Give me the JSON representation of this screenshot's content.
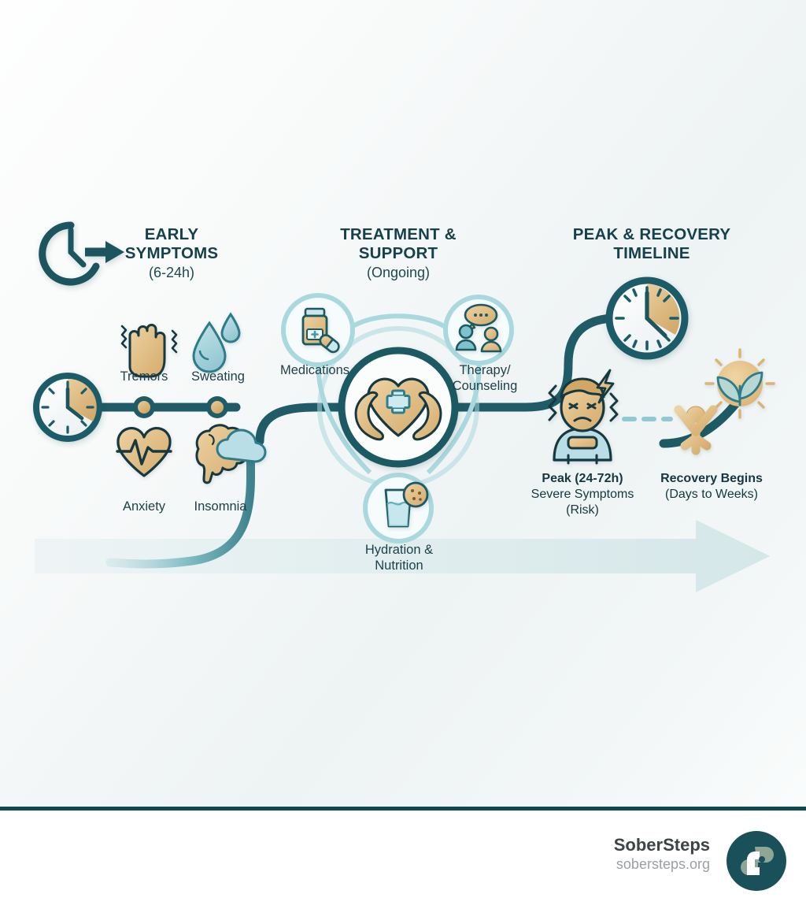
{
  "meta": {
    "title": "Alcohol Withdrawal Timeline",
    "colors": {
      "deep_teal": "#1b545e",
      "dark_teal": "#13474f",
      "light_teal": "#a9d8de",
      "pale_band": "#dce9ea",
      "tan": "#dcb274",
      "tan_light": "#e7c78f",
      "sky": "#a8d4de",
      "text_dark": "#17414a",
      "sage": "#8fa595"
    }
  },
  "stages": [
    {
      "id": "early-symptoms",
      "title": "EARLY",
      "title2": "SYMPTOMS",
      "subtitle": "(6-24h)",
      "clock_icon": "clock-arrow-icon"
    },
    {
      "id": "treatment-support",
      "title": "TREATMENT &",
      "title2": "SUPPORT",
      "subtitle": "(Ongoing)"
    },
    {
      "id": "peak-recovery",
      "title": "PEAK & RECOVERY",
      "title2": "TIMELINE",
      "subtitle": ""
    }
  ],
  "symptoms": [
    {
      "label": "Tremors",
      "icon": "shaking-hand-icon"
    },
    {
      "label": "Sweating",
      "icon": "water-droplet-icon"
    },
    {
      "label": "Anxiety",
      "icon": "heart-pulse-icon"
    },
    {
      "label": "Insomnia",
      "icon": "brain-cloud-icon"
    }
  ],
  "treatments": {
    "center": {
      "label": "",
      "icon": "hands-holding-heart-icon"
    },
    "nodes": [
      {
        "label": "Medications",
        "icon": "pill-bottle-icon"
      },
      {
        "label_line1": "Therapy/",
        "label_line2": "Counseling",
        "icon": "counseling-people-icon"
      },
      {
        "label_line1": "Hydration &",
        "label_line2": "Nutrition",
        "icon": "water-glass-food-icon"
      }
    ]
  },
  "outcomes": [
    {
      "id": "peak",
      "line1": "Peak (24-72h)",
      "line2": "Severe Symptoms",
      "line3": "(Risk)",
      "icon": "distressed-person-icon"
    },
    {
      "id": "recovery",
      "line1": "Recovery Begins",
      "line2": "(Days to Weeks)",
      "line3": "",
      "icon": "person-sun-growth-icon"
    }
  ],
  "timeline": {
    "arrow": "progress-arrow-band",
    "clock_left": "clock-icon",
    "clock_right": "clock-icon"
  },
  "footer": {
    "brand_name": "SoberSteps",
    "brand_url": "sobersteps.org",
    "logo_icon": "sobersteps-logo-mark"
  }
}
